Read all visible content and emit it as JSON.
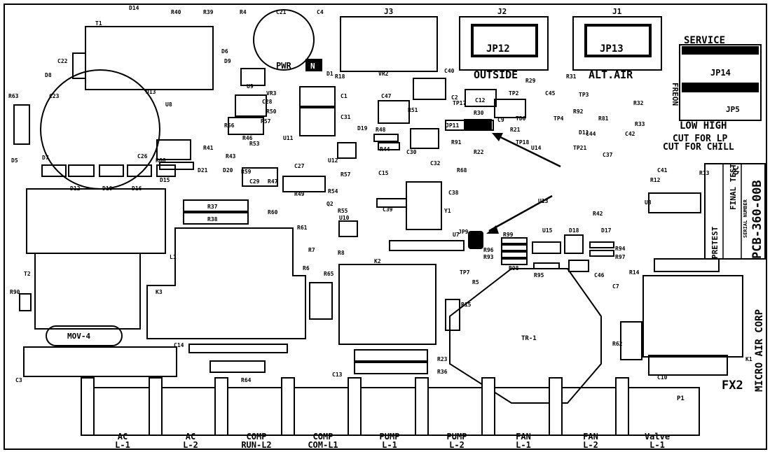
{
  "board": {
    "part_number": "PCB-360-00B",
    "manufacturer": "MICRO AIR CORP",
    "model": "FX2",
    "checklist": {
      "pretest": "PRETEST",
      "final_test": "FINAL TEST",
      "qc": "QC",
      "serial": "SERIAL NUMBER"
    }
  },
  "connectors": [
    {
      "ref": "J1",
      "jumper": "JP13",
      "label": "ALT.AIR"
    },
    {
      "ref": "J2",
      "jumper": "JP12",
      "label": "OUTSIDE"
    },
    {
      "ref": "J3"
    }
  ],
  "service_block": {
    "title": "SERVICE",
    "jp14": "JP14",
    "freon": "FREON",
    "jp5": "JP5",
    "low_high": "LOW  HIGH",
    "cut_lp": "CUT FOR LP",
    "cut_chill": "CUT FOR CHILL"
  },
  "power": {
    "label": "PWR",
    "indicator": "N"
  },
  "transformer": {
    "label": "TR-1"
  },
  "varistor": {
    "label": "MOV-4"
  },
  "terminals": [
    {
      "line1": "AC",
      "line2": "L-1"
    },
    {
      "line1": "AC",
      "line2": "L-2"
    },
    {
      "line1": "COMP",
      "line2": "RUN-L2"
    },
    {
      "line1": "COMP",
      "line2": "COM-L1"
    },
    {
      "line1": "PUMP",
      "line2": "L-1"
    },
    {
      "line1": "PUMP",
      "line2": "L-2"
    },
    {
      "line1": "FAN",
      "line2": "L-1"
    },
    {
      "line1": "FAN",
      "line2": "L-2"
    },
    {
      "line1": "Valve",
      "line2": "L-1"
    }
  ],
  "terminal_strip": "P1",
  "jumpers": {
    "jp11": "JP11",
    "jp9": "JP9"
  },
  "components": [
    "D14",
    "R40",
    "R39",
    "R4",
    "C21",
    "C4",
    "T1",
    "C22",
    "D8",
    "D6",
    "D9",
    "R63",
    "C23",
    "D13",
    "U8",
    "D1",
    "R18",
    "VR2",
    "C40",
    "D5",
    "D7",
    "U9",
    "VR3",
    "C28",
    "R50",
    "R56",
    "R57",
    "R46",
    "U11",
    "C31",
    "C1",
    "C47",
    "R51",
    "C2",
    "TP17",
    "C12",
    "TP2",
    "C45",
    "R29",
    "R31",
    "TP3",
    "R30",
    "TD0",
    "TP4",
    "R92",
    "R81",
    "R32",
    "R33",
    "D19",
    "R48",
    "R44",
    "C30",
    "R91",
    "R22",
    "R21",
    "C9",
    "TP18",
    "U14",
    "D11",
    "C44",
    "C42",
    "TP21",
    "C37",
    "C26",
    "R41",
    "R53",
    "R43",
    "R59",
    "C27",
    "R57",
    "C29",
    "R47",
    "R49",
    "R54",
    "U12",
    "C32",
    "R68",
    "C15",
    "C38",
    "C41",
    "R12",
    "R13",
    "U3",
    "D12",
    "D10",
    "D16",
    "D15",
    "D21",
    "D20",
    "R66",
    "R37",
    "R38",
    "C39",
    "Q2",
    "R55",
    "R60",
    "R61",
    "U10",
    "Y1",
    "U13",
    "R42",
    "L1",
    "U7",
    "R99",
    "R96",
    "R93",
    "R98",
    "U15",
    "D18",
    "D17",
    "R94",
    "R97",
    "R7",
    "R6",
    "R8",
    "R65",
    "K2",
    "TP7",
    "R5",
    "R95",
    "C46",
    "R14",
    "T2",
    "R90",
    "K3",
    "R15",
    "C7",
    "R62",
    "K1",
    "C14",
    "C3",
    "R64",
    "C13",
    "R23",
    "R36",
    "C10"
  ]
}
